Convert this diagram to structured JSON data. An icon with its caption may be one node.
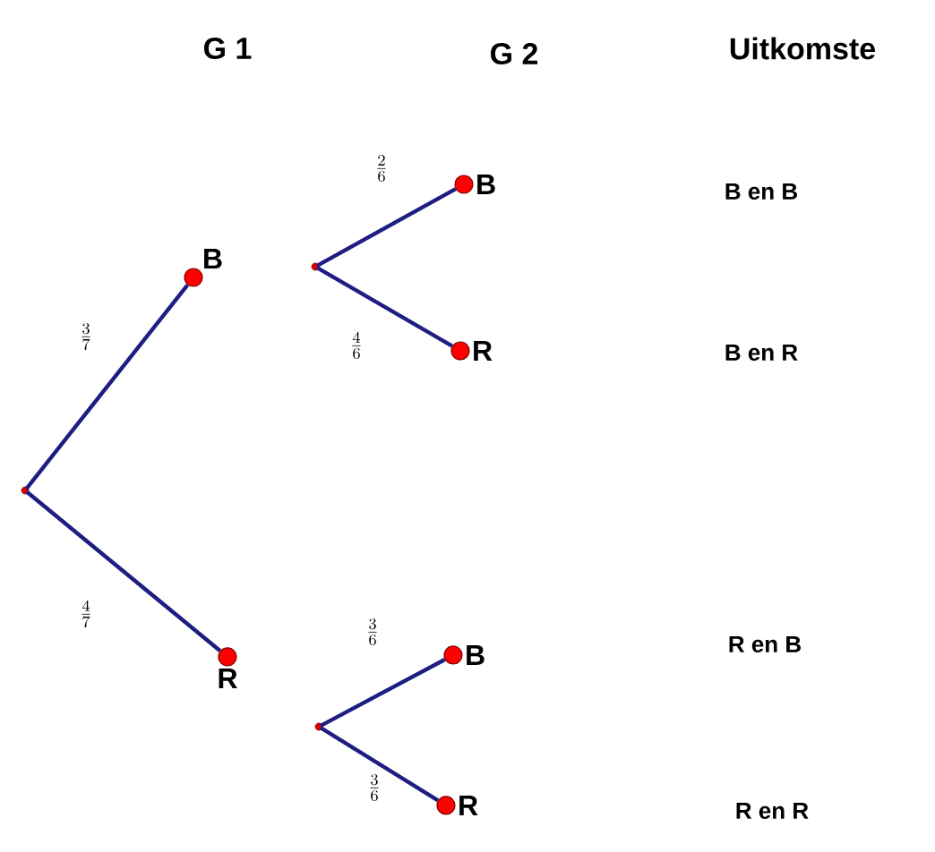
{
  "diagram": {
    "nodes": [
      {
        "text": [],
        "shape": "circle"
      },
      {
        "text": [
          "B"
        ]
      },
      {
        "text": [
          "R"
        ]
      },
      {
        "text": [],
        "shape": "circle"
      },
      {
        "text": [
          "B"
        ]
      },
      {
        "text": [
          "R"
        ]
      },
      {
        "text": [],
        "shape": "circle"
      },
      {
        "text": [
          "B"
        ]
      },
      {
        "text": [
          "R"
        ]
      }
    ],
    "edges": [
      {
        "from": 0,
        "to": 1,
        "arrow": "none",
        "label": "\\frac{3}{7}"
      },
      {
        "from": 0,
        "to": 2,
        "arrow": "none",
        "label": "\\frac{4}{7}"
      },
      {
        "from": 3,
        "to": 4,
        "arrow": "none",
        "label": "\\frac{2}{6}"
      },
      {
        "from": 3,
        "to": 5,
        "arrow": "none",
        "label": "\\frac{4}{6}"
      },
      {
        "from": 6,
        "to": 7,
        "arrow": "none",
        "label": "\\frac{3}{6}"
      },
      {
        "from": 6,
        "to": 8,
        "arrow": "none",
        "label": "\\frac{3}{6}"
      }
    ],
    "labels": [
      "G 1",
      "G 2",
      "Uitkomste",
      "B en B",
      "B en R",
      "R en B",
      "R en R"
    ]
  }
}
